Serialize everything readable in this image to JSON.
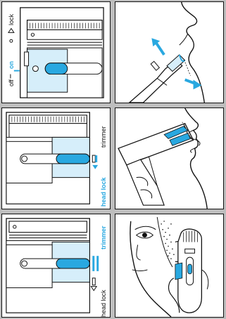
{
  "panels": {
    "top_left": {
      "label_off": "off",
      "label_on": "on",
      "label_lock": "lock"
    },
    "mid_left": {
      "label_trimmer": "trimmer",
      "label_head_lock": "head lock"
    },
    "bot_left": {
      "label_trimmer": "trimmer",
      "label_head_lock": "head lock"
    }
  },
  "colors": {
    "accent_blue": "#29a8e0",
    "light_blue": "#d6eefa",
    "background": "#bdbdbd",
    "line": "#111111"
  },
  "icons": {
    "arrow_up": "blue-arrow-up-icon",
    "arrow_down": "blue-arrow-down-right-icon",
    "triangle_up": "triangle-up-icon",
    "triangle_down": "triangle-down-icon"
  }
}
